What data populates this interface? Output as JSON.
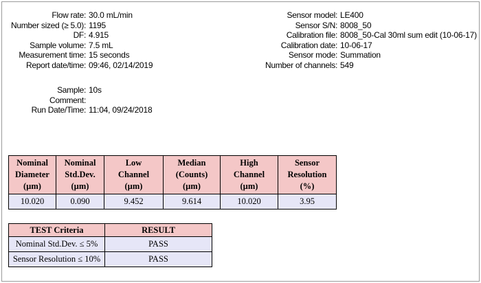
{
  "run_info": [
    {
      "label": "Flow rate:",
      "value": "30.0 mL/min"
    },
    {
      "label": "Number sized (≥ 5.0):",
      "value": "1195"
    },
    {
      "label": "DF:",
      "value": "4.915"
    },
    {
      "label": "Sample volume:",
      "value": "7.5 mL"
    },
    {
      "label": "Measurement time:",
      "value": "15 seconds"
    },
    {
      "label": "Report date/time:",
      "value": "09:46, 02/14/2019"
    }
  ],
  "sensor_info": [
    {
      "label": "Sensor model:",
      "value": "LE400"
    },
    {
      "label": "Sensor S/N:",
      "value": "8008_50"
    },
    {
      "label": "Calibration file:",
      "value": "8008_50-Cal 30ml sum edit (10-06-17)"
    },
    {
      "label": "Calibration date:",
      "value": "10-06-17"
    },
    {
      "label": "Sensor mode:",
      "value": "Summation"
    },
    {
      "label": "Number of channels:",
      "value": "549"
    }
  ],
  "sample_info": [
    {
      "label": "Sample:",
      "value": "10s"
    },
    {
      "label": "Comment:",
      "value": ""
    },
    {
      "label": "Run Date/Time:",
      "value": "11:04, 09/24/2018"
    }
  ],
  "results_table": {
    "headers": [
      [
        "Nominal",
        "Diameter",
        "(µm)"
      ],
      [
        "Nominal",
        "Std.Dev.",
        "(µm)"
      ],
      [
        "Low",
        "Channel",
        "(µm)"
      ],
      [
        "Median",
        "(Counts)",
        "(µm)"
      ],
      [
        "High",
        "Channel",
        "(µm)"
      ],
      [
        "Sensor",
        "Resolution",
        "(%)"
      ]
    ],
    "values": [
      "10.020",
      "0.090",
      "9.452",
      "9.614",
      "10.020",
      "3.95"
    ]
  },
  "criteria_table": {
    "headers": [
      "TEST Criteria",
      "RESULT"
    ],
    "rows": [
      {
        "criterion": "Nominal Std.Dev. ≤ 5%",
        "result": "PASS"
      },
      {
        "criterion": "Sensor Resolution ≤ 10%",
        "result": "PASS"
      }
    ]
  }
}
